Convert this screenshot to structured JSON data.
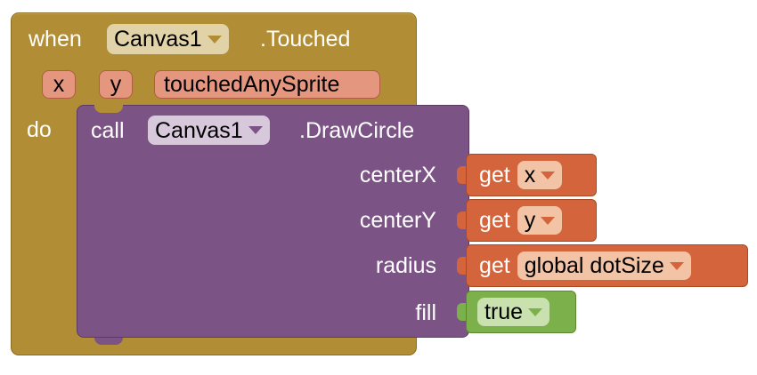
{
  "event": {
    "when_label": "when",
    "component": "Canvas1",
    "event_name": ".Touched",
    "params": [
      "x",
      "y",
      "touchedAnySprite"
    ],
    "do_label": "do"
  },
  "call": {
    "call_label": "call",
    "component": "Canvas1",
    "method": ".DrawCircle",
    "args": [
      {
        "name": "centerX",
        "get_label": "get",
        "value": "x"
      },
      {
        "name": "centerY",
        "get_label": "get",
        "value": "y"
      },
      {
        "name": "radius",
        "get_label": "get",
        "value": "global dotSize"
      },
      {
        "name": "fill",
        "value": "true"
      }
    ]
  },
  "colors": {
    "event_block": "#B18E35",
    "method_block": "#7C5385",
    "variable_block": "#D3643B",
    "logic_block": "#7CB04A"
  },
  "icons": [
    "dropdown-caret-icon"
  ]
}
